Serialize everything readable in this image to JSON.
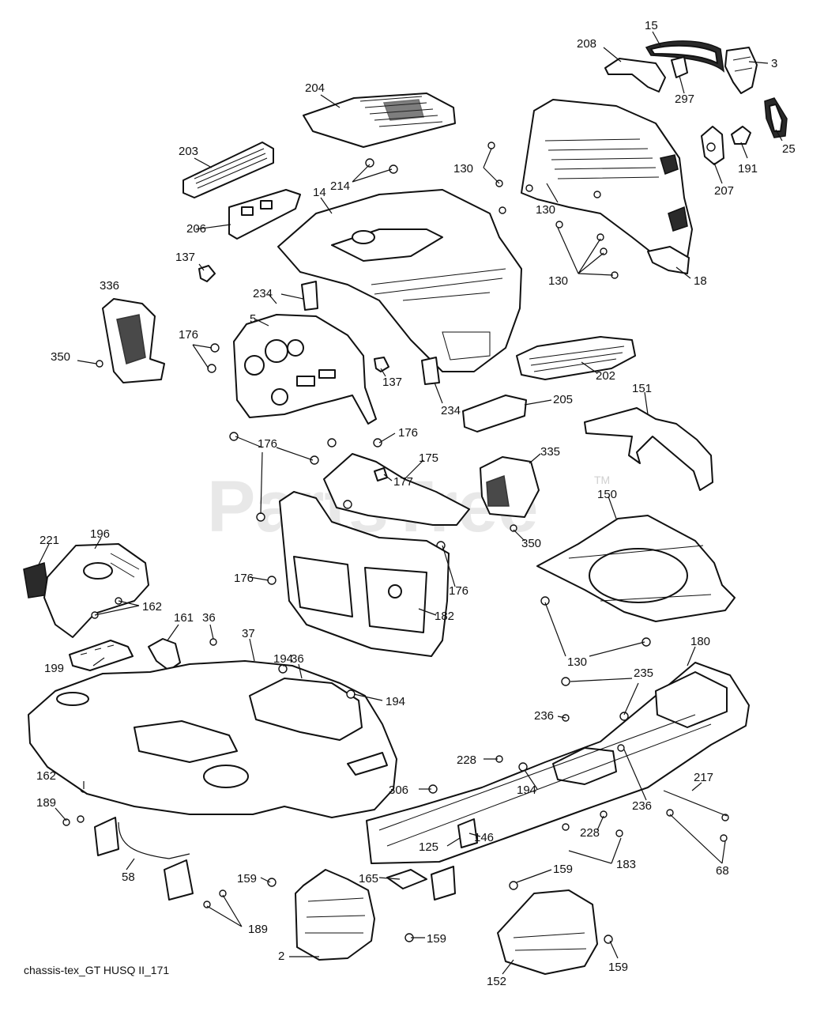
{
  "watermark": "PartsTree",
  "watermark_tm": "TM",
  "caption": "chassis-tex_GT HUSQ II_171",
  "callouts": [
    {
      "id": "c-15",
      "text": "15"
    },
    {
      "id": "c-208",
      "text": "208"
    },
    {
      "id": "c-3",
      "text": "3"
    },
    {
      "id": "c-297",
      "text": "297"
    },
    {
      "id": "c-25",
      "text": "25"
    },
    {
      "id": "c-191",
      "text": "191"
    },
    {
      "id": "c-207",
      "text": "207"
    },
    {
      "id": "c-204",
      "text": "204"
    },
    {
      "id": "c-203",
      "text": "203"
    },
    {
      "id": "c-214",
      "text": "214"
    },
    {
      "id": "c-14",
      "text": "14"
    },
    {
      "id": "c-206",
      "text": "206"
    },
    {
      "id": "c-130a",
      "text": "130"
    },
    {
      "id": "c-130b",
      "text": "130"
    },
    {
      "id": "c-130c",
      "text": "130"
    },
    {
      "id": "c-18",
      "text": "18"
    },
    {
      "id": "c-137a",
      "text": "137"
    },
    {
      "id": "c-336",
      "text": "336"
    },
    {
      "id": "c-234a",
      "text": "234"
    },
    {
      "id": "c-5",
      "text": "5"
    },
    {
      "id": "c-350a",
      "text": "350"
    },
    {
      "id": "c-176a",
      "text": "176"
    },
    {
      "id": "c-137b",
      "text": "137"
    },
    {
      "id": "c-202",
      "text": "202"
    },
    {
      "id": "c-234b",
      "text": "234"
    },
    {
      "id": "c-205",
      "text": "205"
    },
    {
      "id": "c-151",
      "text": "151"
    },
    {
      "id": "c-176b",
      "text": "176"
    },
    {
      "id": "c-176c",
      "text": "176"
    },
    {
      "id": "c-175",
      "text": "175"
    },
    {
      "id": "c-177",
      "text": "177"
    },
    {
      "id": "c-335",
      "text": "335"
    },
    {
      "id": "c-150",
      "text": "150"
    },
    {
      "id": "c-350b",
      "text": "350"
    },
    {
      "id": "c-221",
      "text": "221"
    },
    {
      "id": "c-196",
      "text": "196"
    },
    {
      "id": "c-176d",
      "text": "176"
    },
    {
      "id": "c-176e",
      "text": "176"
    },
    {
      "id": "c-182",
      "text": "182"
    },
    {
      "id": "c-162a",
      "text": "162"
    },
    {
      "id": "c-130d",
      "text": "130"
    },
    {
      "id": "c-36a",
      "text": "36"
    },
    {
      "id": "c-161",
      "text": "161"
    },
    {
      "id": "c-37",
      "text": "37"
    },
    {
      "id": "c-194a",
      "text": "194"
    },
    {
      "id": "c-36b",
      "text": "36"
    },
    {
      "id": "c-180",
      "text": "180"
    },
    {
      "id": "c-199",
      "text": "199"
    },
    {
      "id": "c-235",
      "text": "235"
    },
    {
      "id": "c-194b",
      "text": "194"
    },
    {
      "id": "c-236a",
      "text": "236"
    },
    {
      "id": "c-228a",
      "text": "228"
    },
    {
      "id": "c-162b",
      "text": "162"
    },
    {
      "id": "c-194c",
      "text": "194"
    },
    {
      "id": "c-306",
      "text": "306"
    },
    {
      "id": "c-217",
      "text": "217"
    },
    {
      "id": "c-189a",
      "text": "189"
    },
    {
      "id": "c-236b",
      "text": "236"
    },
    {
      "id": "c-228b",
      "text": "228"
    },
    {
      "id": "c-146",
      "text": "146"
    },
    {
      "id": "c-125",
      "text": "125"
    },
    {
      "id": "c-183",
      "text": "183"
    },
    {
      "id": "c-68",
      "text": "68"
    },
    {
      "id": "c-58",
      "text": "58"
    },
    {
      "id": "c-159a",
      "text": "159"
    },
    {
      "id": "c-165",
      "text": "165"
    },
    {
      "id": "c-159b",
      "text": "159"
    },
    {
      "id": "c-189b",
      "text": "189"
    },
    {
      "id": "c-159c",
      "text": "159"
    },
    {
      "id": "c-2",
      "text": "2"
    },
    {
      "id": "c-159d",
      "text": "159"
    },
    {
      "id": "c-152",
      "text": "152"
    }
  ]
}
